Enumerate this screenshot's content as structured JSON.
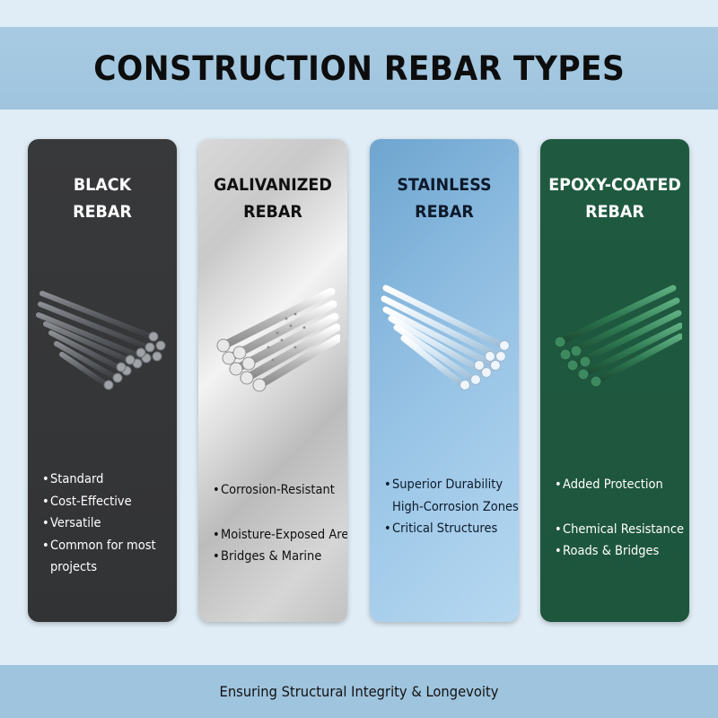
{
  "title": "CONSTRUCTION REBAR TYPES",
  "cards": [
    {
      "title_lines": [
        "BLACK",
        "REBAR"
      ],
      "bullets": [
        "Standard",
        "Cost-Effective",
        "Versatile",
        "Common for most",
        "projects"
      ],
      "color": "#363739"
    },
    {
      "title_lines": [
        "GALIVANIZED",
        "REBAR"
      ],
      "bullets": [
        "Corrosion-Resistant",
        "Moisture-Exposed Areas",
        "Bridges & Marine"
      ],
      "color": "#cfcfcf"
    },
    {
      "title_lines": [
        "STAINLESS",
        "REBAR"
      ],
      "bullets": [
        "Superior Durability",
        "High-Corrosion Zones",
        "Critical Structures"
      ],
      "color": "#8cbbe0"
    },
    {
      "title_lines": [
        "EPOXY-COATED",
        "REBAR"
      ],
      "bullets": [
        "Added Protection",
        "Chemical Resistance",
        "Roads & Bridges"
      ],
      "color": "#1f5a40"
    }
  ],
  "footer": "Ensuring Structural Integrity & Longevoity"
}
